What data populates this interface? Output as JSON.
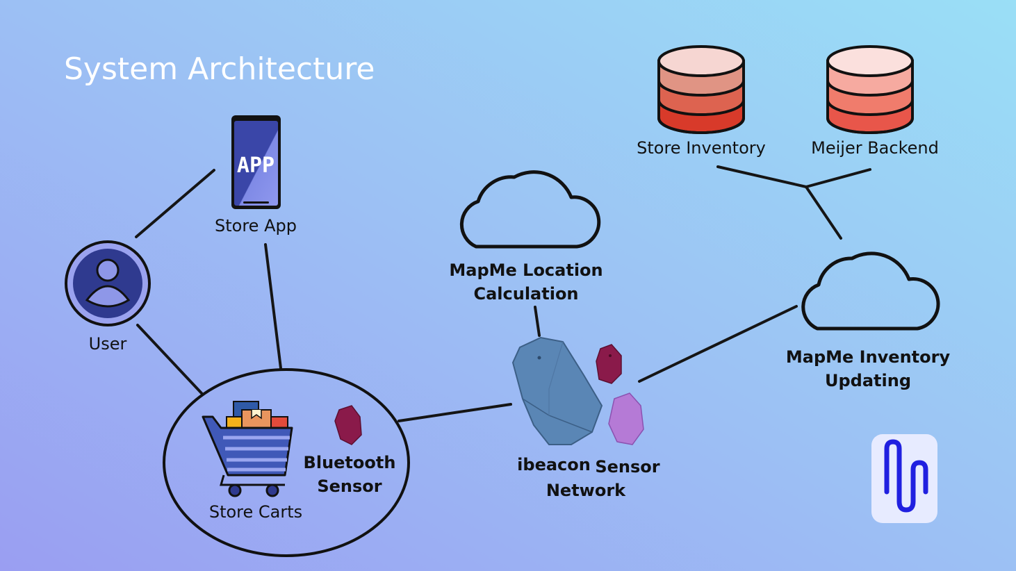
{
  "slide": {
    "title": "System Architecture"
  },
  "nodes": {
    "user": "User",
    "store_app": "Store App",
    "app_screen_text": "APP",
    "store_carts": "Store Carts",
    "bluetooth_sensor": [
      "Bluetooth",
      "Sensor"
    ],
    "location_calc": [
      "MapMe Location",
      "Calculation"
    ],
    "ibeacon_left": "ibeacon",
    "ibeacon_right": [
      "Sensor",
      "Network"
    ],
    "store_inventory": "Store Inventory",
    "meijer_backend": "Meijer Backend",
    "inventory_updating": [
      "MapMe Inventory",
      "Updating"
    ]
  },
  "colors": {
    "user_outer": "#2f3a8f",
    "user_fill": "#8e97e8",
    "phone_body": "#2f3a8f",
    "store_inventory_db": "#d83a2a",
    "meijer_backend_db": "#e8564a",
    "beacon_blue": "#5a86b5",
    "beacon_purple_dark": "#8a1a4a",
    "beacon_purple_light": "#b57ad6",
    "logo_bg": "#e7ebff",
    "logo_mark": "#2020e0"
  },
  "icons": {
    "user": "user-avatar-icon",
    "app": "smartphone-app-icon",
    "cart": "shopping-cart-icon",
    "cloud": "cloud-icon",
    "database": "database-icon",
    "beacon": "ibeacon-icon",
    "logo": "mapme-logo-icon"
  }
}
